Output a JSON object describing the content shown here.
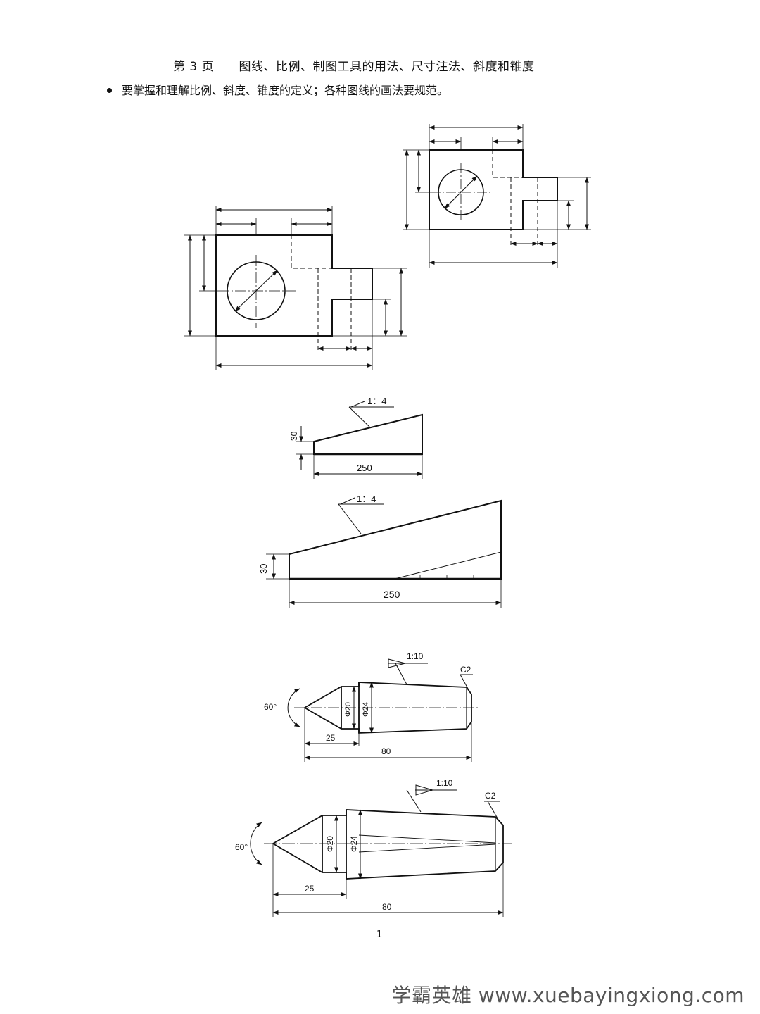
{
  "header": {
    "title": "第 3 页      图线、比例、制图工具的用法、尺寸注法、斜度和锥度",
    "requirement": "要掌握和理解比例、斜度、锥度的定义；各种图线的画法要规范。"
  },
  "slope": {
    "ratio_label": "1：4",
    "height_label": "30",
    "length_label": "250"
  },
  "taper": {
    "ratio_label": "1:10",
    "chamfer_label": "C2",
    "angle_label": "60°",
    "dia_small": "Φ20",
    "dia_large": "Φ24",
    "len_short": "25",
    "len_total": "80"
  },
  "footer": {
    "page_number": "1",
    "watermark": "学霸英雄 www.xuebayingxiong.com"
  }
}
